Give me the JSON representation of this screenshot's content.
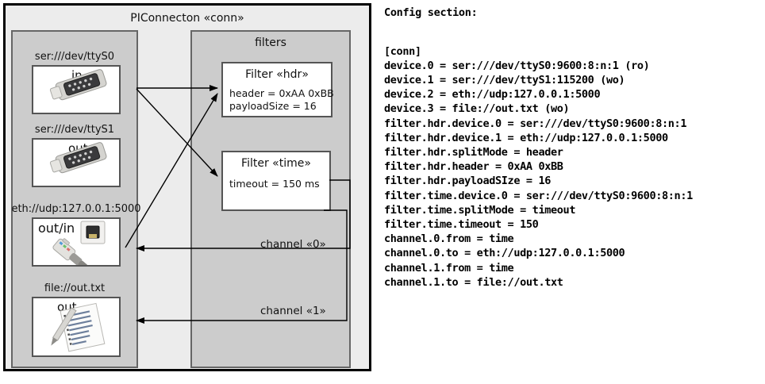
{
  "diagram": {
    "component_title": "PIConnecton «conn»",
    "devices_group": {
      "entries": [
        {
          "label": "ser:///dev/ttyS0",
          "io": "in",
          "icon": "serial-port-icon"
        },
        {
          "label": "ser:///dev/ttyS1",
          "io": "out",
          "icon": "serial-port-icon"
        },
        {
          "label": "eth://udp:127.0.0.1:5000",
          "io": "out/in",
          "icon": "ethernet-jack-icon"
        },
        {
          "label": "file://out.txt",
          "io": "out",
          "icon": "text-document-icon"
        }
      ]
    },
    "filters_group": {
      "title": "filters",
      "filters": [
        {
          "title": "Filter «hdr»",
          "props": [
            "header = 0xAA 0xBB",
            "payloadSize = 16"
          ]
        },
        {
          "title": "Filter «time»",
          "props": [
            "timeout = 150 ms"
          ]
        }
      ],
      "channels": [
        "channel «0»",
        "channel «1»"
      ]
    }
  },
  "config": {
    "heading": "Config section:",
    "lines": [
      "[conn]",
      "device.0 = ser:///dev/ttyS0:9600:8:n:1 (ro)",
      "device.1 = ser:///dev/ttyS1:115200 (wo)",
      "device.2 = eth://udp:127.0.0.1:5000",
      "device.3 = file://out.txt (wo)",
      "filter.hdr.device.0 = ser:///dev/ttyS0:9600:8:n:1",
      "filter.hdr.device.1 = eth://udp:127.0.0.1:5000",
      "filter.hdr.splitMode = header",
      "filter.hdr.header = 0xAA 0xBB",
      "filter.hdr.payloadSIze = 16",
      "filter.time.device.0 = ser:///dev/ttyS0:9600:8:n:1",
      "filter.time.splitMode = timeout",
      "filter.time.timeout = 150",
      "channel.0.from = time",
      "channel.0.to = eth://udp:127.0.0.1:5000",
      "channel.1.from = time",
      "channel.1.to = file://out.txt"
    ]
  },
  "colors": {
    "canvas": "#ffffff",
    "outer_fill": "#ececec",
    "group_fill": "#cccccc",
    "group_border": "#666666",
    "cell_fill": "#ffffff",
    "cell_border": "#555555",
    "stroke": "#000000"
  }
}
